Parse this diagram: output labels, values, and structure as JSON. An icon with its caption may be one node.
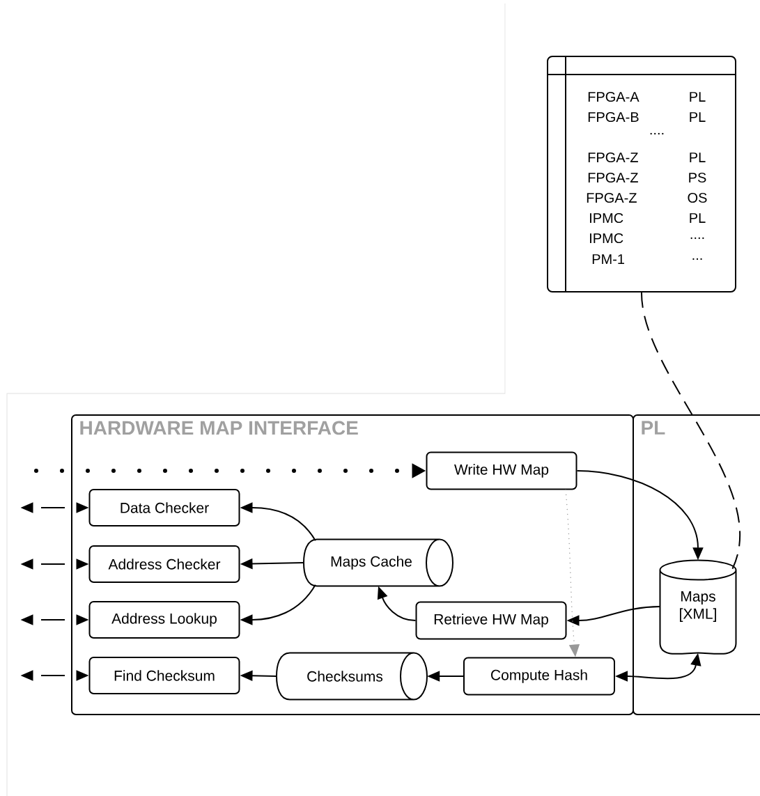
{
  "diagram": {
    "nodes": [
      {
        "text": [
          "HARDWARE MAP INTERFACE"
        ]
      },
      {
        "text": [
          "PL"
        ]
      },
      {
        "text": [
          "Write HW Map"
        ],
        "in": 0
      },
      {
        "text": [
          "Data Checker"
        ],
        "in": 0
      },
      {
        "text": [
          "Address Checker"
        ],
        "in": 0
      },
      {
        "text": [
          "Maps Cache"
        ],
        "in": 0
      },
      {
        "text": [
          "Address Lookup"
        ],
        "in": 0
      },
      {
        "text": [
          "Retrieve HW Map"
        ],
        "in": 0
      },
      {
        "text": [
          "Find Checksum"
        ],
        "in": 0
      },
      {
        "text": [
          "Checksums"
        ],
        "in": 0
      },
      {
        "text": [
          "Compute Hash"
        ],
        "in": 0
      },
      {
        "text": [
          "Maps [XML]"
        ],
        "in": 1
      },
      {
        "text": [
          "FPGA-A",
          "PL",
          "FPGA-B",
          "PL",
          "....",
          "FPGA-Z",
          "PL",
          "FPGA-Z",
          "PS",
          "FPGA-Z",
          "OS",
          "IPMC",
          "PL",
          "IPMC",
          "....",
          "PM-1",
          "..."
        ]
      }
    ],
    "edges": [
      {
        "from": null,
        "to": 2,
        "arrow": "to",
        "style": "dashed"
      },
      {
        "from": 2,
        "to": 11,
        "arrow": "to"
      },
      {
        "from": 5,
        "to": 3,
        "arrow": "to"
      },
      {
        "from": 5,
        "to": 4,
        "arrow": "to"
      },
      {
        "from": 5,
        "to": 6,
        "arrow": "to"
      },
      {
        "from": 7,
        "to": 5,
        "arrow": "to"
      },
      {
        "from": 11,
        "to": 7,
        "arrow": "to"
      },
      {
        "from": 10,
        "to": 9,
        "arrow": "to"
      },
      {
        "from": 9,
        "to": 8,
        "arrow": "to"
      },
      {
        "from": 10,
        "to": 11,
        "arrow": "both"
      },
      {
        "from": 2,
        "to": 10,
        "arrow": "to",
        "style": "dashed",
        "color": "#999999"
      },
      {
        "from": 12,
        "to": 11,
        "arrow": "none",
        "style": "dashed"
      },
      {
        "from": null,
        "to": 3,
        "arrow": "both",
        "style": "dashed"
      },
      {
        "from": null,
        "to": 4,
        "arrow": "both",
        "style": "dashed"
      },
      {
        "from": null,
        "to": 6,
        "arrow": "both",
        "style": "dashed"
      },
      {
        "from": null,
        "to": 8,
        "arrow": "both",
        "style": "dashed"
      }
    ]
  }
}
